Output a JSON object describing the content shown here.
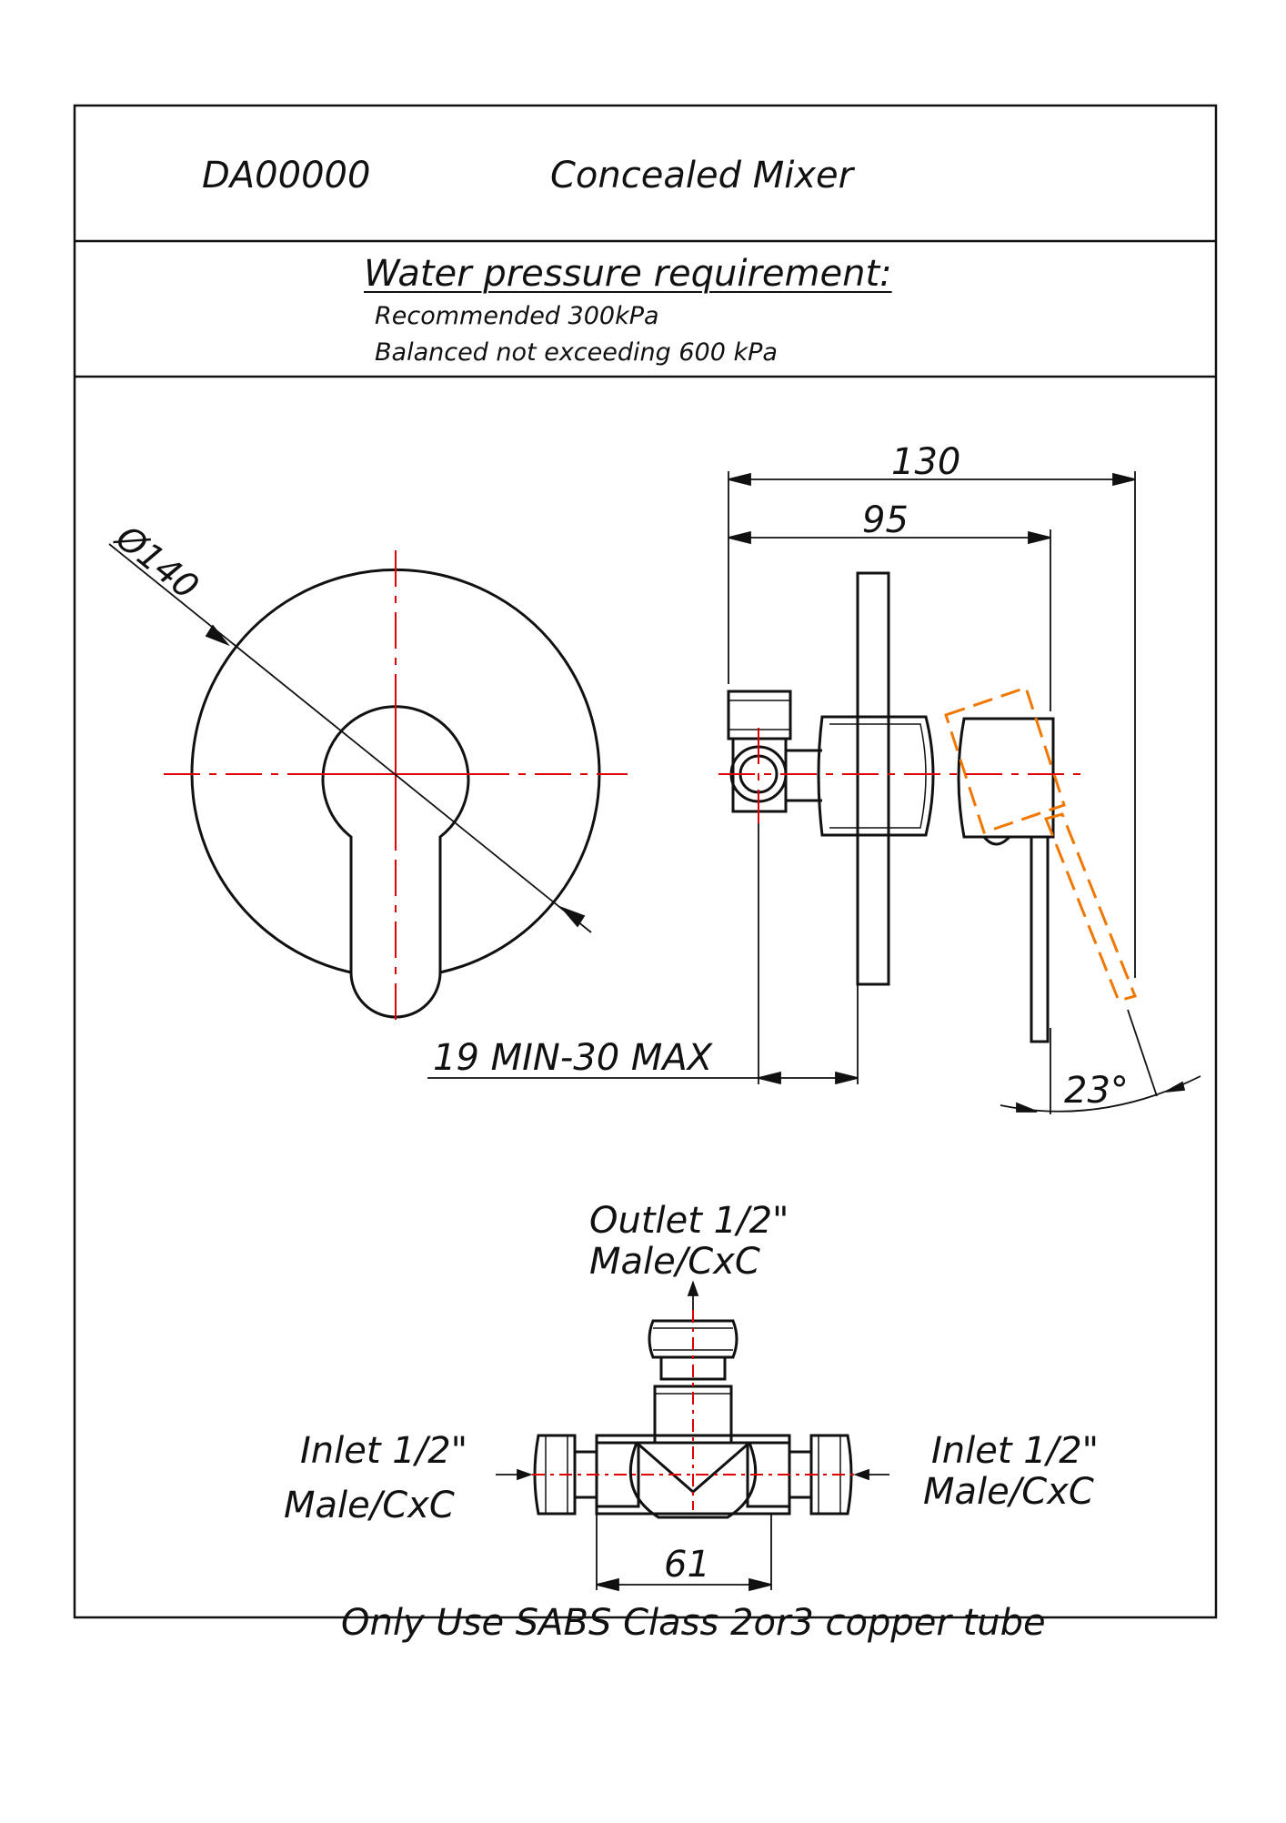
{
  "header": {
    "code": "DA00000",
    "title": "Concealed Mixer"
  },
  "pressure": {
    "heading": "Water pressure requirement:",
    "line1": "Recommended 300kPa",
    "line2": "Balanced not exceeding 600 kPa"
  },
  "dimensions": {
    "diameter": "Ø140",
    "overall_depth": "130",
    "body_depth": "95",
    "wall_range": "19 MIN-30 MAX",
    "lever_angle": "23°",
    "inlet_spacing": "61"
  },
  "connections": {
    "outlet_line1": "Outlet 1/2\"",
    "outlet_line2": "Male/CxC",
    "inlet_left_line1": "Inlet 1/2\"",
    "inlet_left_line2": "Male/CxC",
    "inlet_right_line1": "Inlet 1/2\"",
    "inlet_right_line2": "Male/CxC"
  },
  "note": "Only Use SABS Class 2or3 copper tube",
  "colors": {
    "outline": "#111111",
    "centerline": "#e00000",
    "alternate_position": "#f07800"
  }
}
